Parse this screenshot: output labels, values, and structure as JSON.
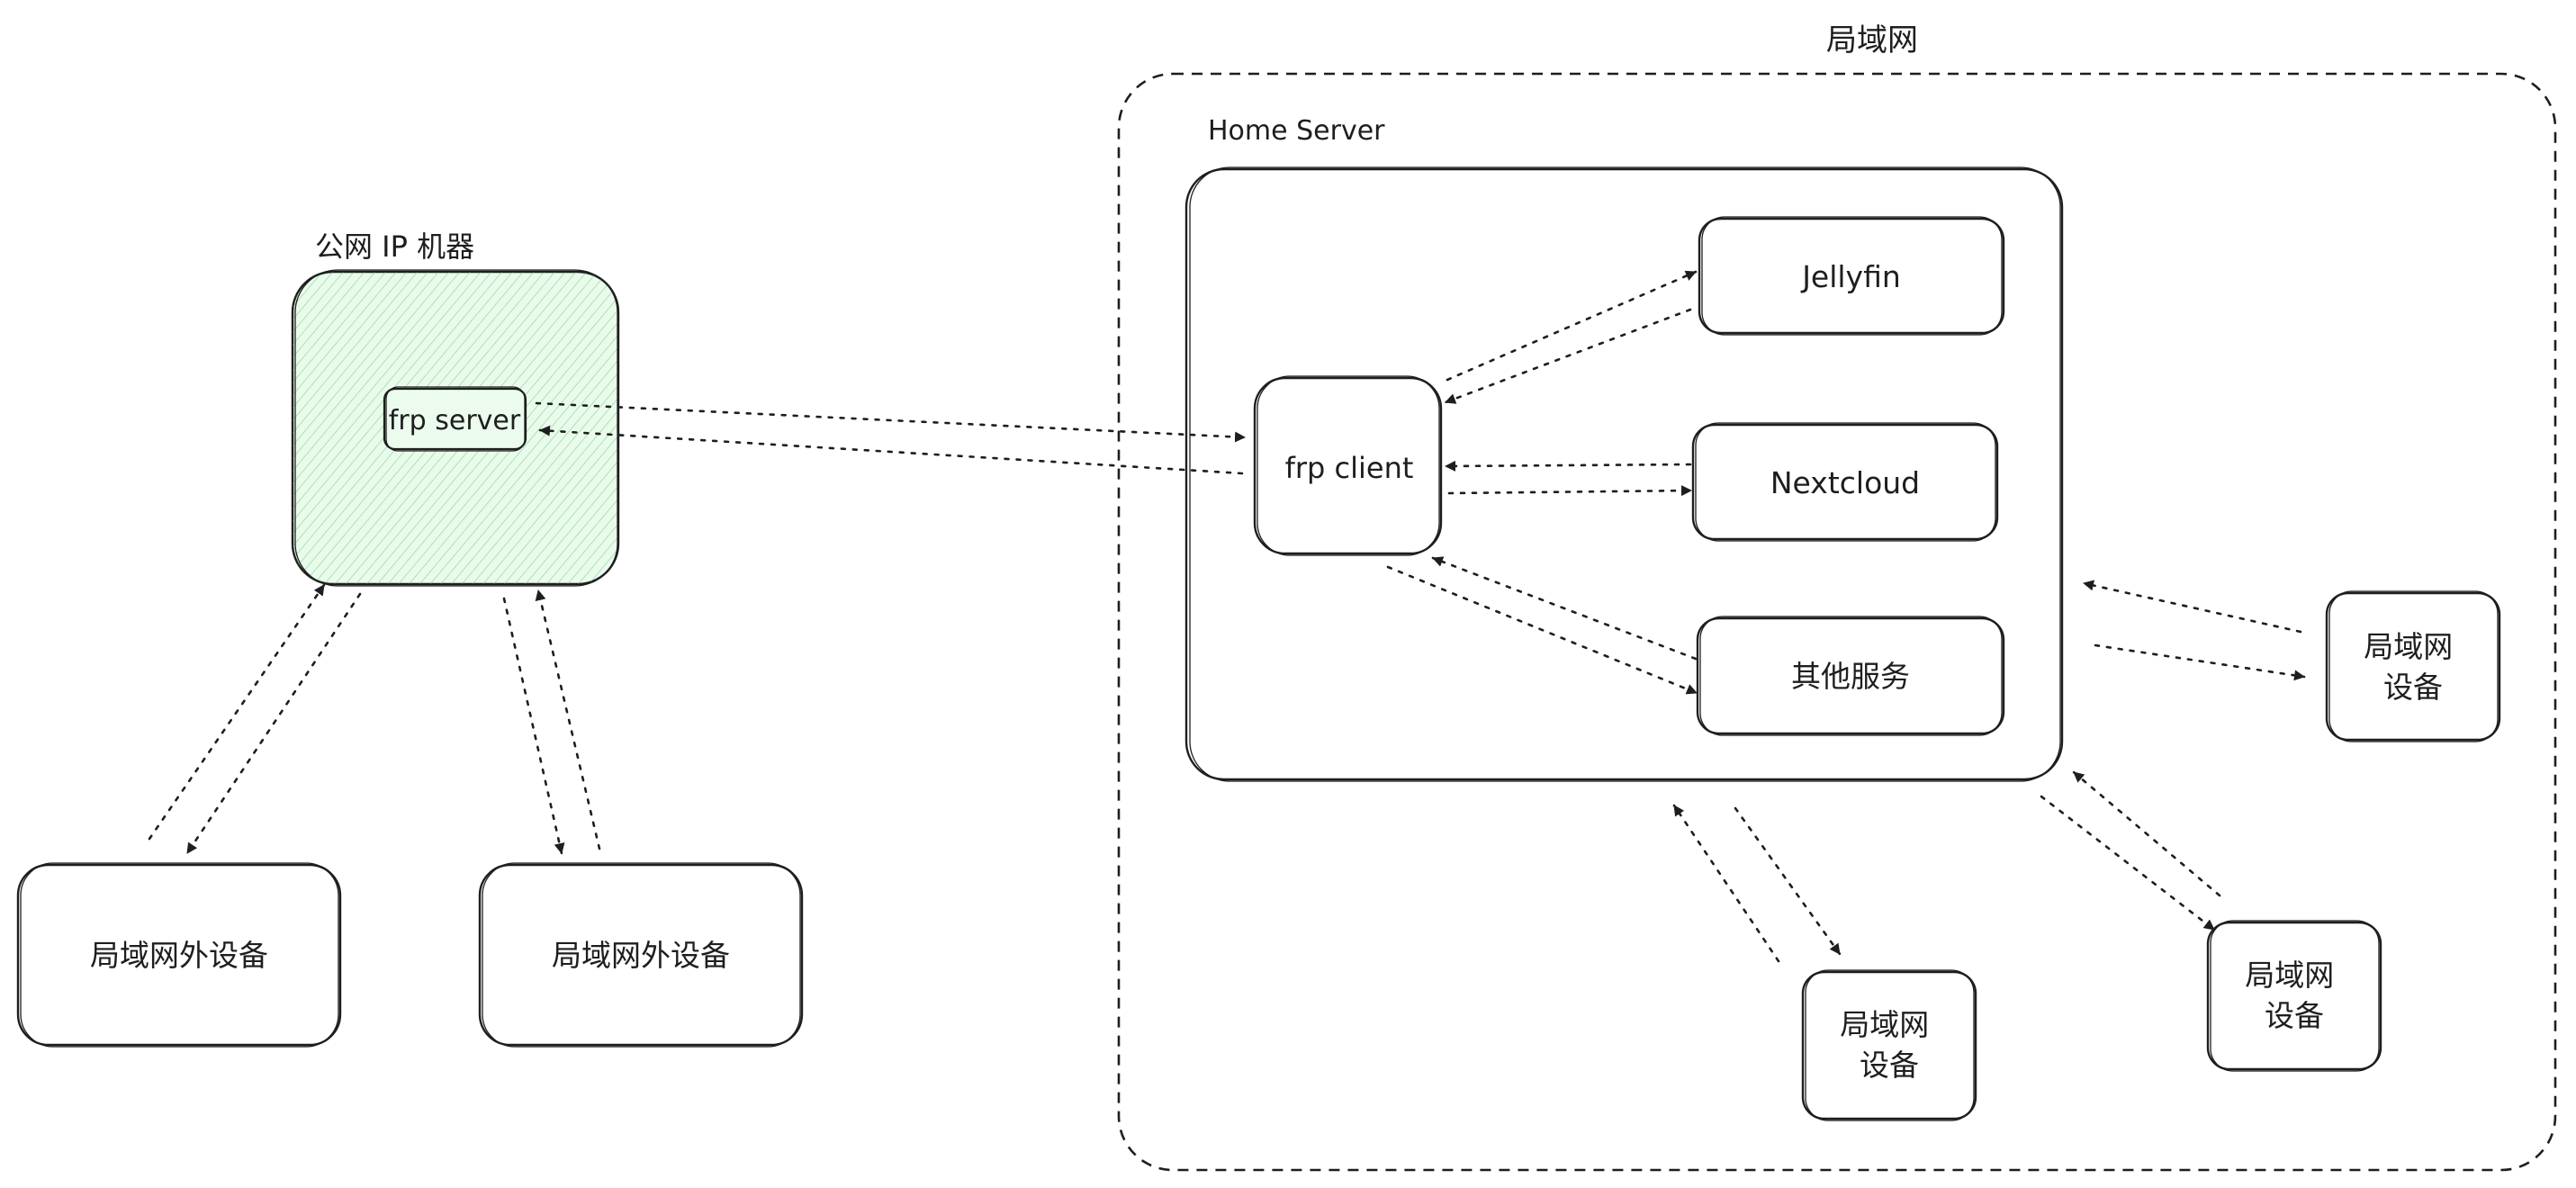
{
  "colors": {
    "stroke": "#1e1e1e",
    "public_fill": "#b2f2bb",
    "public_hatch": "#40c057",
    "background": "#ffffff"
  },
  "labels": {
    "lan_zone": "局域网",
    "home_server": "Home Server",
    "public_machine": "公网 IP 机器",
    "frp_server": "frp server",
    "frp_client": "frp client",
    "jellyfin": "Jellyfin",
    "nextcloud": "Nextcloud",
    "other_services": "其他服务",
    "external_device_1": "局域网外设备",
    "external_device_2": "局域网外设备",
    "lan_device_right": [
      "局域网",
      "设备"
    ],
    "lan_device_bottom_right": [
      "局域网",
      "设备"
    ],
    "lan_device_bottom": [
      "局域网",
      "设备"
    ]
  }
}
